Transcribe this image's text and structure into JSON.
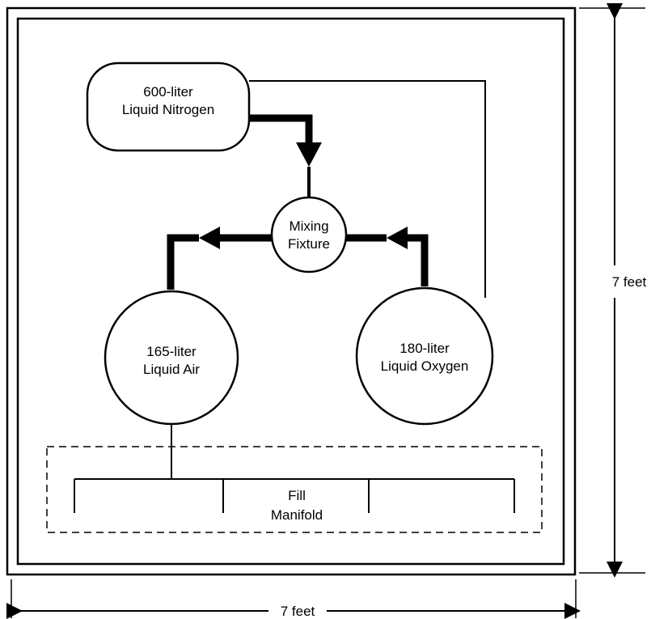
{
  "colors": {
    "ink": "#000000",
    "background": "#ffffff"
  },
  "tanks": {
    "nitrogen": {
      "line1": "600-liter",
      "line2": "Liquid Nitrogen"
    },
    "air": {
      "line1": "165-liter",
      "line2": "Liquid Air"
    },
    "oxygen": {
      "line1": "180-liter",
      "line2": "Liquid Oxygen"
    }
  },
  "mixing_fixture": {
    "line1": "Mixing",
    "line2": "Fixture"
  },
  "fill_manifold": {
    "line1": "Fill",
    "line2": "Manifold"
  },
  "dimensions": {
    "height_label": "7 feet",
    "width_label": "7 feet"
  }
}
